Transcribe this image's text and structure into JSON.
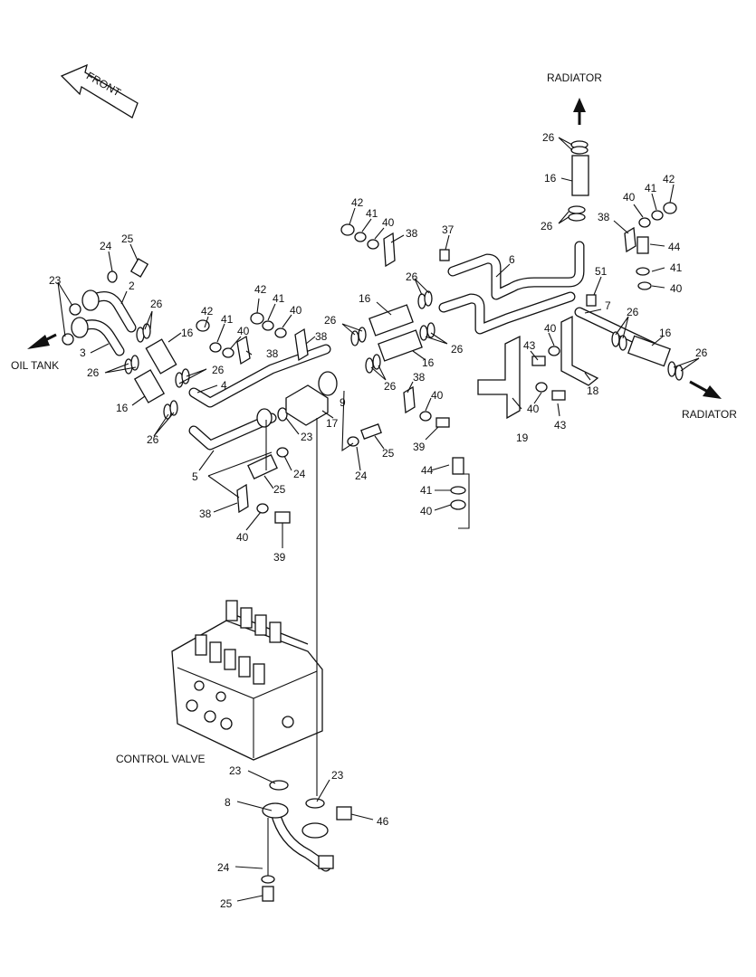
{
  "direction_labels": {
    "front": "FRONT",
    "radiator_top": "RADIATOR",
    "radiator_right": "RADIATOR",
    "oil_tank": "OIL TANK",
    "control_valve": "CONTROL VALVE"
  },
  "callouts": [
    {
      "id": "c1",
      "text": "26"
    },
    {
      "id": "c2",
      "text": "16"
    },
    {
      "id": "c3",
      "text": "26"
    },
    {
      "id": "c4",
      "text": "42"
    },
    {
      "id": "c5",
      "text": "41"
    },
    {
      "id": "c6",
      "text": "40"
    },
    {
      "id": "c7",
      "text": "38"
    },
    {
      "id": "c8",
      "text": "44"
    },
    {
      "id": "c9",
      "text": "41"
    },
    {
      "id": "c10",
      "text": "40"
    },
    {
      "id": "c11",
      "text": "42"
    },
    {
      "id": "c12",
      "text": "41"
    },
    {
      "id": "c13",
      "text": "40"
    },
    {
      "id": "c14",
      "text": "38"
    },
    {
      "id": "c15",
      "text": "37"
    },
    {
      "id": "c16",
      "text": "6"
    },
    {
      "id": "c17",
      "text": "51"
    },
    {
      "id": "c18",
      "text": "7"
    },
    {
      "id": "c19",
      "text": "26"
    },
    {
      "id": "c20",
      "text": "16"
    },
    {
      "id": "c21",
      "text": "26"
    },
    {
      "id": "c22",
      "text": "40"
    },
    {
      "id": "c23",
      "text": "43"
    },
    {
      "id": "c24",
      "text": "18"
    },
    {
      "id": "c25",
      "text": "19"
    },
    {
      "id": "c26",
      "text": "40"
    },
    {
      "id": "c27",
      "text": "43"
    },
    {
      "id": "c28",
      "text": "16"
    },
    {
      "id": "c29",
      "text": "26"
    },
    {
      "id": "c30",
      "text": "26"
    },
    {
      "id": "c31",
      "text": "16"
    },
    {
      "id": "c32",
      "text": "26"
    },
    {
      "id": "c33",
      "text": "26"
    },
    {
      "id": "c34",
      "text": "38"
    },
    {
      "id": "c35",
      "text": "40"
    },
    {
      "id": "c36",
      "text": "39"
    },
    {
      "id": "c37",
      "text": "9"
    },
    {
      "id": "c38",
      "text": "17"
    },
    {
      "id": "c39",
      "text": "25"
    },
    {
      "id": "c40",
      "text": "24"
    },
    {
      "id": "c41",
      "text": "44"
    },
    {
      "id": "c42",
      "text": "41"
    },
    {
      "id": "c43",
      "text": "40"
    },
    {
      "id": "c44",
      "text": "24"
    },
    {
      "id": "c45",
      "text": "25"
    },
    {
      "id": "c46",
      "text": "23"
    },
    {
      "id": "c47",
      "text": "2"
    },
    {
      "id": "c48",
      "text": "26"
    },
    {
      "id": "c49",
      "text": "3"
    },
    {
      "id": "c50",
      "text": "16"
    },
    {
      "id": "c51",
      "text": "26"
    },
    {
      "id": "c52",
      "text": "26"
    },
    {
      "id": "c53",
      "text": "16"
    },
    {
      "id": "c54",
      "text": "26"
    },
    {
      "id": "c55",
      "text": "4"
    },
    {
      "id": "c56",
      "text": "42"
    },
    {
      "id": "c57",
      "text": "41"
    },
    {
      "id": "c58",
      "text": "40"
    },
    {
      "id": "c59",
      "text": "42"
    },
    {
      "id": "c60",
      "text": "41"
    },
    {
      "id": "c61",
      "text": "40"
    },
    {
      "id": "c62",
      "text": "38"
    },
    {
      "id": "c63",
      "text": "38"
    },
    {
      "id": "c64",
      "text": "23"
    },
    {
      "id": "c65",
      "text": "24"
    },
    {
      "id": "c66",
      "text": "25"
    },
    {
      "id": "c67",
      "text": "5"
    },
    {
      "id": "c68",
      "text": "38"
    },
    {
      "id": "c69",
      "text": "40"
    },
    {
      "id": "c70",
      "text": "39"
    },
    {
      "id": "c71",
      "text": "23"
    },
    {
      "id": "c72",
      "text": "23"
    },
    {
      "id": "c73",
      "text": "8"
    },
    {
      "id": "c74",
      "text": "46"
    },
    {
      "id": "c75",
      "text": "24"
    },
    {
      "id": "c76",
      "text": "25"
    }
  ]
}
